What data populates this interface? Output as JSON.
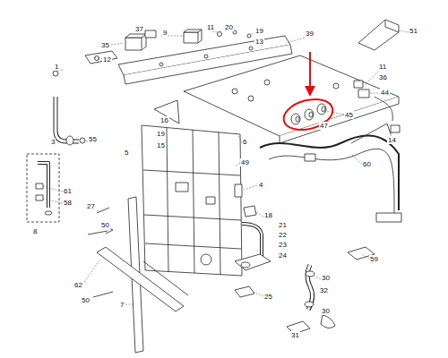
{
  "diagram": {
    "labels": [
      "1",
      "3",
      "35",
      "37",
      "9",
      "11",
      "20",
      "19",
      "13",
      "39",
      "51",
      "11",
      "36",
      "44",
      "12",
      "16",
      "19",
      "15",
      "5",
      "55",
      "6",
      "49",
      "4",
      "45",
      "47",
      "14",
      "60",
      "61",
      "58",
      "8",
      "27",
      "50",
      "18",
      "21",
      "22",
      "23",
      "24",
      "59",
      "62",
      "50",
      "7",
      "25",
      "30",
      "32",
      "30",
      "31"
    ]
  }
}
